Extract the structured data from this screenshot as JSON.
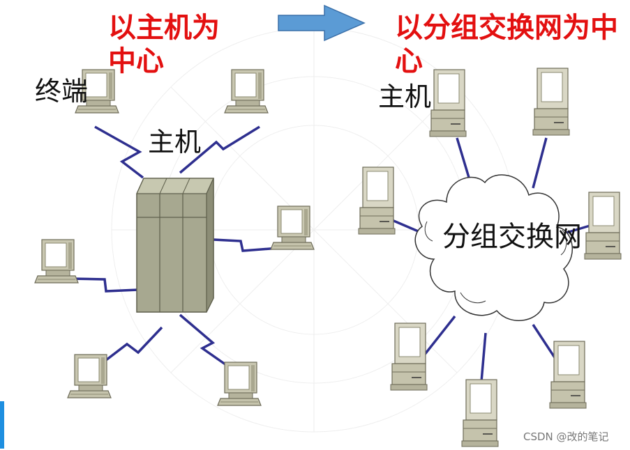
{
  "titles": {
    "left": "以主机为中心",
    "right": "以分组交换网为中心"
  },
  "labels": {
    "left_terminal": "终端",
    "left_host": "主机",
    "right_host": "主机",
    "cloud": "分组交换网"
  },
  "watermark": "CSDN @改的笔记",
  "icons": {
    "arrow": "right-arrow-icon",
    "computer": "computer-terminal-icon",
    "mainframe": "mainframe-host-icon",
    "cloud": "network-cloud-icon"
  },
  "colors": {
    "title": "#e31010",
    "arrow_fill": "#5b9bd5",
    "link_line": "#2e2f8f",
    "device_body": "#b9b7a0",
    "screen": "#ffffff"
  }
}
